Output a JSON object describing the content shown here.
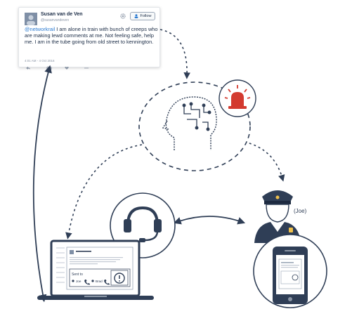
{
  "tweet": {
    "name": "Susan van de Ven",
    "handle": "@susanvandeven",
    "follow_label": "Follow",
    "mention": "@networkrail",
    "body": " I am alone in train with bunch of creeps who are making lewd comments at me. Not feeling safe, help me. I am in the tube going from old street to kennington.",
    "meta": "4:01 AM - 4 Oct 2016"
  },
  "labels": {
    "officer": "(Joe)"
  },
  "laptop_panel": {
    "sent_to": "Sent to",
    "recipient1": "Joe",
    "recipient2": "Brad"
  },
  "colors": {
    "navy": "#2f3e56",
    "alarm": "#d33a2f",
    "line": "#2f3e56",
    "mention": "#2c7bd1"
  },
  "icons": [
    "avatar-icon",
    "gear-icon",
    "follow-user-icon",
    "reply-icon",
    "retweet-icon",
    "like-icon",
    "more-icon",
    "ai-head-icon",
    "alarm-icon",
    "headset-icon",
    "police-officer-icon",
    "mobile-phone-icon",
    "laptop-icon"
  ]
}
